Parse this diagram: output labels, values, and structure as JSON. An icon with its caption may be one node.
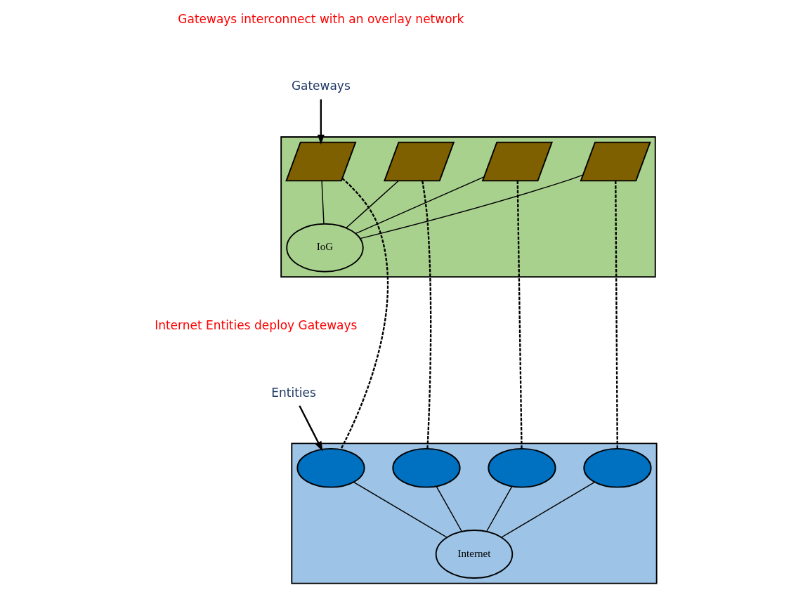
{
  "diagram": {
    "nodes": [
      {
        "text": [],
        "shape": "parallelogram"
      },
      {
        "text": [],
        "shape": "parallelogram",
        "in": 0
      },
      {
        "text": [],
        "shape": "parallelogram",
        "in": 0
      },
      {
        "text": [
          "IoG"
        ],
        "in": 0
      },
      {
        "text": [],
        "shape": "parallelogram",
        "in": 0
      },
      {
        "text": [],
        "shape": "parallelogram",
        "in": 0
      },
      {
        "text": [
          "Gateways"
        ]
      },
      {
        "text": [],
        "shape": "parallelogram"
      },
      {
        "text": [],
        "shape": "cloud",
        "in": 7
      },
      {
        "text": [],
        "shape": "cloud",
        "in": 7
      },
      {
        "text": [
          "Internet"
        ],
        "in": 7
      },
      {
        "text": [],
        "shape": "cloud",
        "in": 7
      },
      {
        "text": [],
        "shape": "cloud",
        "in": 7
      },
      {
        "text": [
          "Entities"
        ]
      }
    ],
    "edges": [
      {
        "from": 1,
        "to": 3,
        "arrow": "none"
      },
      {
        "from": 2,
        "to": 3,
        "arrow": "none"
      },
      {
        "from": 4,
        "to": 3,
        "arrow": "none"
      },
      {
        "from": 5,
        "to": 3,
        "arrow": "none"
      },
      {
        "from": 6,
        "to": 1,
        "arrow": "to"
      },
      {
        "from": 1,
        "to": 8,
        "arrow": "none",
        "style": "dashed"
      },
      {
        "from": 2,
        "to": 9,
        "arrow": "none",
        "style": "dashed"
      },
      {
        "from": 4,
        "to": 11,
        "arrow": "none",
        "style": "dashed"
      },
      {
        "from": 5,
        "to": 12,
        "arrow": "none",
        "style": "dashed"
      },
      {
        "from": 8,
        "to": 10,
        "arrow": "none"
      },
      {
        "from": 9,
        "to": 10,
        "arrow": "none"
      },
      {
        "from": 11,
        "to": 10,
        "arrow": "none"
      },
      {
        "from": 12,
        "to": 10,
        "arrow": "none"
      },
      {
        "from": 13,
        "to": 8,
        "arrow": "to"
      }
    ],
    "labels": [
      "Gateways interconnect with an overlay network",
      "Internet Entities deploy Gateways"
    ]
  }
}
